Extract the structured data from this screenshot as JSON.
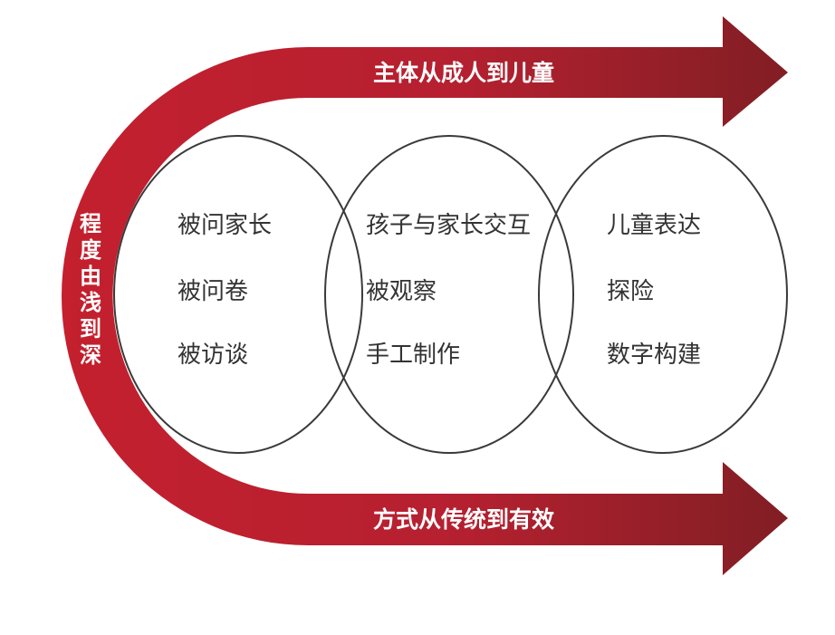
{
  "colors": {
    "arrow_light": "#c6202e",
    "arrow_dark": "#7a1e22",
    "ellipse_stroke": "#3a3a3a",
    "text": "#333333"
  },
  "top_arrow": {
    "label": "主体从成人到儿童"
  },
  "bottom_arrow": {
    "label": "方式从传统到有效"
  },
  "side_label": {
    "chars": [
      "程",
      "度",
      "由",
      "浅",
      "到",
      "深"
    ]
  },
  "groups": [
    {
      "items": [
        "被问家长",
        "被问卷",
        "被访谈"
      ]
    },
    {
      "items": [
        "孩子与家长交互",
        "被观察",
        "手工制作"
      ]
    },
    {
      "items": [
        "儿童表达",
        "探险",
        "数字构建"
      ]
    }
  ]
}
